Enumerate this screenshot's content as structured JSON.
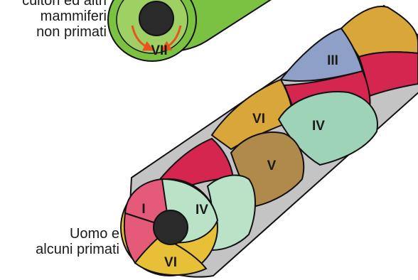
{
  "captions": {
    "top": [
      "cultori ed altri",
      "mammiferi",
      "non primati"
    ],
    "bottom": [
      "Uomo e",
      "alcuni primati"
    ]
  },
  "top_tube": {
    "label": "VII",
    "colors": {
      "band": "#7cc242",
      "ring": "#9fd064",
      "lumen": "#2a2a2a",
      "arrows": "#e8531f"
    }
  },
  "bottom_tube": {
    "segments": [
      {
        "label": "III",
        "color": "#8e9fc8"
      },
      {
        "label": "VI",
        "color": "#d9a63a"
      },
      {
        "label": "IV",
        "color": "#9fd3b8"
      },
      {
        "label": "V",
        "color": "#b08a4a"
      },
      {
        "label": "I",
        "color": "#e55a78"
      },
      {
        "label": "IV",
        "color": "#b9e2c6"
      },
      {
        "label": "VI",
        "color": "#e8c038"
      }
    ],
    "other_colors": {
      "crimson": "#d4264f",
      "lumen": "#2a2a2a",
      "sheath": "#c4c4c4"
    }
  }
}
